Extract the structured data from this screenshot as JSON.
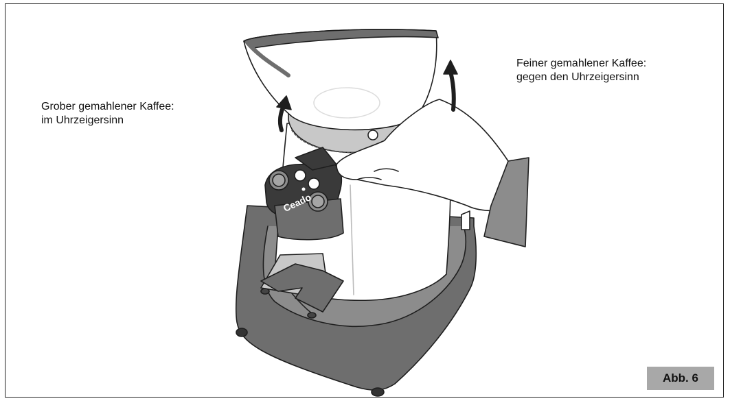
{
  "labels": {
    "coarse": {
      "line1": "Grober gemahlener Kaffee:",
      "line2": "im Uhrzeigersinn"
    },
    "fine": {
      "line1": "Feiner gemahlener Kaffee:",
      "line2": "gegen den Uhrzeigersinn"
    }
  },
  "figure_badge": "Abb. 6",
  "device": {
    "brand": "Ceado"
  },
  "colors": {
    "dark_gray": "#6e6e6e",
    "mid_gray": "#8c8c8c",
    "light_gray": "#c8c8c8",
    "badge": "#a8a8a8",
    "outline": "#1e1e1e"
  }
}
